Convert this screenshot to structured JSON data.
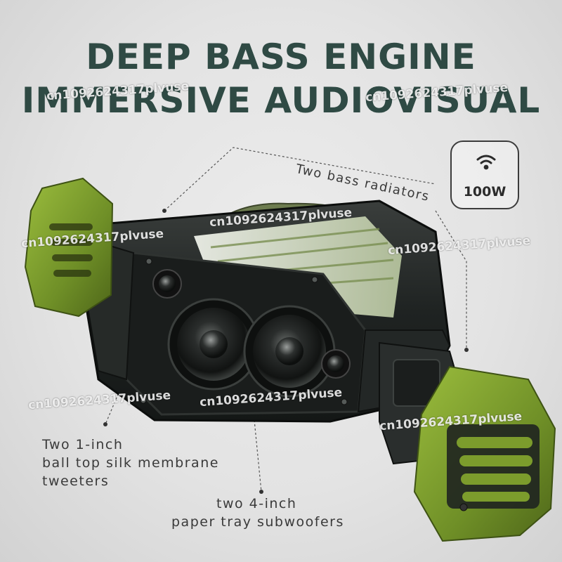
{
  "headline": {
    "line1": "DEEP BASS ENGINE",
    "line2": "IMMERSIVE AUDIOVISUAL"
  },
  "badge": {
    "icon": "wireless-signal-icon",
    "label": "100W"
  },
  "callouts": {
    "radiators": "Two bass radiators",
    "tweeters_line1": "Two 1-inch",
    "tweeters_line2": "ball top silk membrane",
    "tweeters_line3": "tweeters",
    "subwoofers_line1": "two 4-inch",
    "subwoofers_line2": "paper tray subwoofers"
  },
  "watermark": {
    "text": "cn1092624317plvuse"
  },
  "colors": {
    "headline": "#2f4a44",
    "accent_green": "#7a9b2c",
    "speaker_body": "#1e2120",
    "background": "#e6e6e6"
  }
}
